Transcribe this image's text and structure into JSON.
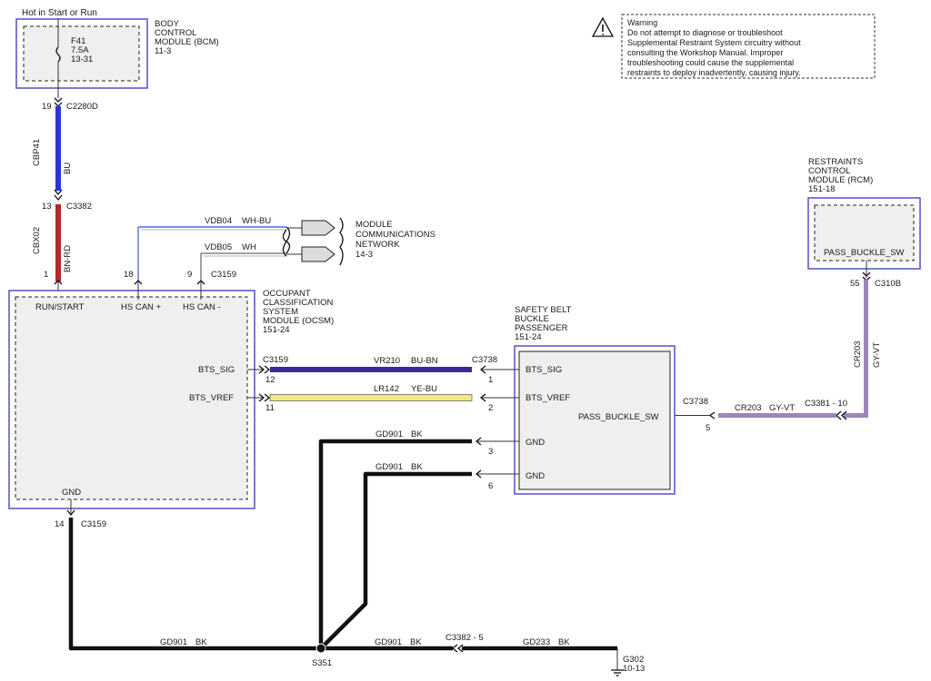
{
  "supply_label": "Hot in Start or Run",
  "warning": {
    "lines": [
      "Warning",
      "Do not attempt to diagnose or troubleshoot",
      "Supplemental Restraint System circuitry without",
      "consulting the Workshop Manual. Improper",
      "troubleshooting could cause the supplemental",
      "restraints to deploy inadvertently, causing injury."
    ]
  },
  "bcm": {
    "label_lines": [
      "BODY",
      "CONTROL",
      "MODULE (BCM)",
      "11-3"
    ],
    "fuse_name": "F41",
    "fuse_rating": "7.5A",
    "fuse_ref": "13-31"
  },
  "rcm": {
    "label_lines": [
      "RESTRAINTS",
      "CONTROL",
      "MODULE (RCM)",
      "151-18"
    ],
    "pin_label": "PASS_BUCKLE_SW"
  },
  "ocsm": {
    "label_lines": [
      "OCCUPANT",
      "CLASSIFICATION",
      "SYSTEM",
      "MODULE (OCSM)",
      "151-24"
    ],
    "pins": {
      "run_start": "RUN/START",
      "hs_can_plus": "HS CAN +",
      "hs_can_minus": "HS CAN -",
      "bts_sig": "BTS_SIG",
      "bts_vref": "BTS_VREF",
      "gnd": "GND"
    }
  },
  "buckle": {
    "label_lines": [
      "SAFETY BELT",
      "BUCKLE",
      "PASSENGER",
      "151-24"
    ],
    "pins": {
      "bts_sig": "BTS_SIG",
      "bts_vref": "BTS_VREF",
      "pass_buckle_sw": "PASS_BUCKLE_SW",
      "gnd1": "GND",
      "gnd2": "GND"
    }
  },
  "network": {
    "label_lines": [
      "MODULE",
      "COMMUNICATIONS",
      "NETWORK",
      "14-3"
    ]
  },
  "connectors": {
    "c2280d": "C2280D",
    "c2280d_pin": "19",
    "c3382": "C3382",
    "c3382_pin": "13",
    "c3159_top": "C3159",
    "ocsm_run_pin": "1",
    "ocsm_can_plus_pin": "18",
    "ocsm_can_minus_pin": "9",
    "c3159_sig": "C3159",
    "ocsm_sig_pin": "12",
    "ocsm_vref_pin": "11",
    "c3738_sig": "C3738",
    "buckle_sig_pin": "1",
    "buckle_vref_pin": "2",
    "buckle_gnd1_pin": "3",
    "buckle_gnd2_pin": "6",
    "c3738_sw": "C3738",
    "buckle_sw_pin": "5",
    "c3381": "C3381 - 10",
    "c310b": "C310B",
    "rcm_pin": "55",
    "c3159_gnd": "C3159",
    "ocsm_gnd_pin": "14",
    "c3382_gnd": "C3382 - 5",
    "splice": "S351",
    "ground": "G302",
    "ground_ref": "10-13"
  },
  "wires": {
    "cbp41": "CBP41",
    "cbp41_color": "BU",
    "cbx02": "CBX02",
    "cbx02_color": "BN-RD",
    "vdb04": "VDB04",
    "vdb04_color": "WH-BU",
    "vdb05": "VDB05",
    "vdb05_color": "WH",
    "vr210": "VR210",
    "vr210_color": "BU-BN",
    "lr142": "LR142",
    "lr142_color": "YE-BU",
    "gd901_top": "GD901",
    "gd901_top_color": "BK",
    "gd901_mid": "GD901",
    "gd901_mid_color": "BK",
    "cr203_h": "CR203",
    "cr203_h_color": "GY-VT",
    "cr203_v": "CR203",
    "cr203_v_color": "GY-VT",
    "gd901_bl": "GD901",
    "gd901_bl_color": "BK",
    "gd901_br": "GD901",
    "gd901_br_color": "BK",
    "gd233": "GD233",
    "gd233_color": "BK"
  },
  "colors": {
    "blue_wire": "#2a34d6",
    "red_wire": "#b12a2a",
    "yellow_wire": "#f2ea7a",
    "purple_wire": "#3a2aa0",
    "gray_violet_wire": "#9e86b8",
    "module_border": "#5b5bc8"
  }
}
